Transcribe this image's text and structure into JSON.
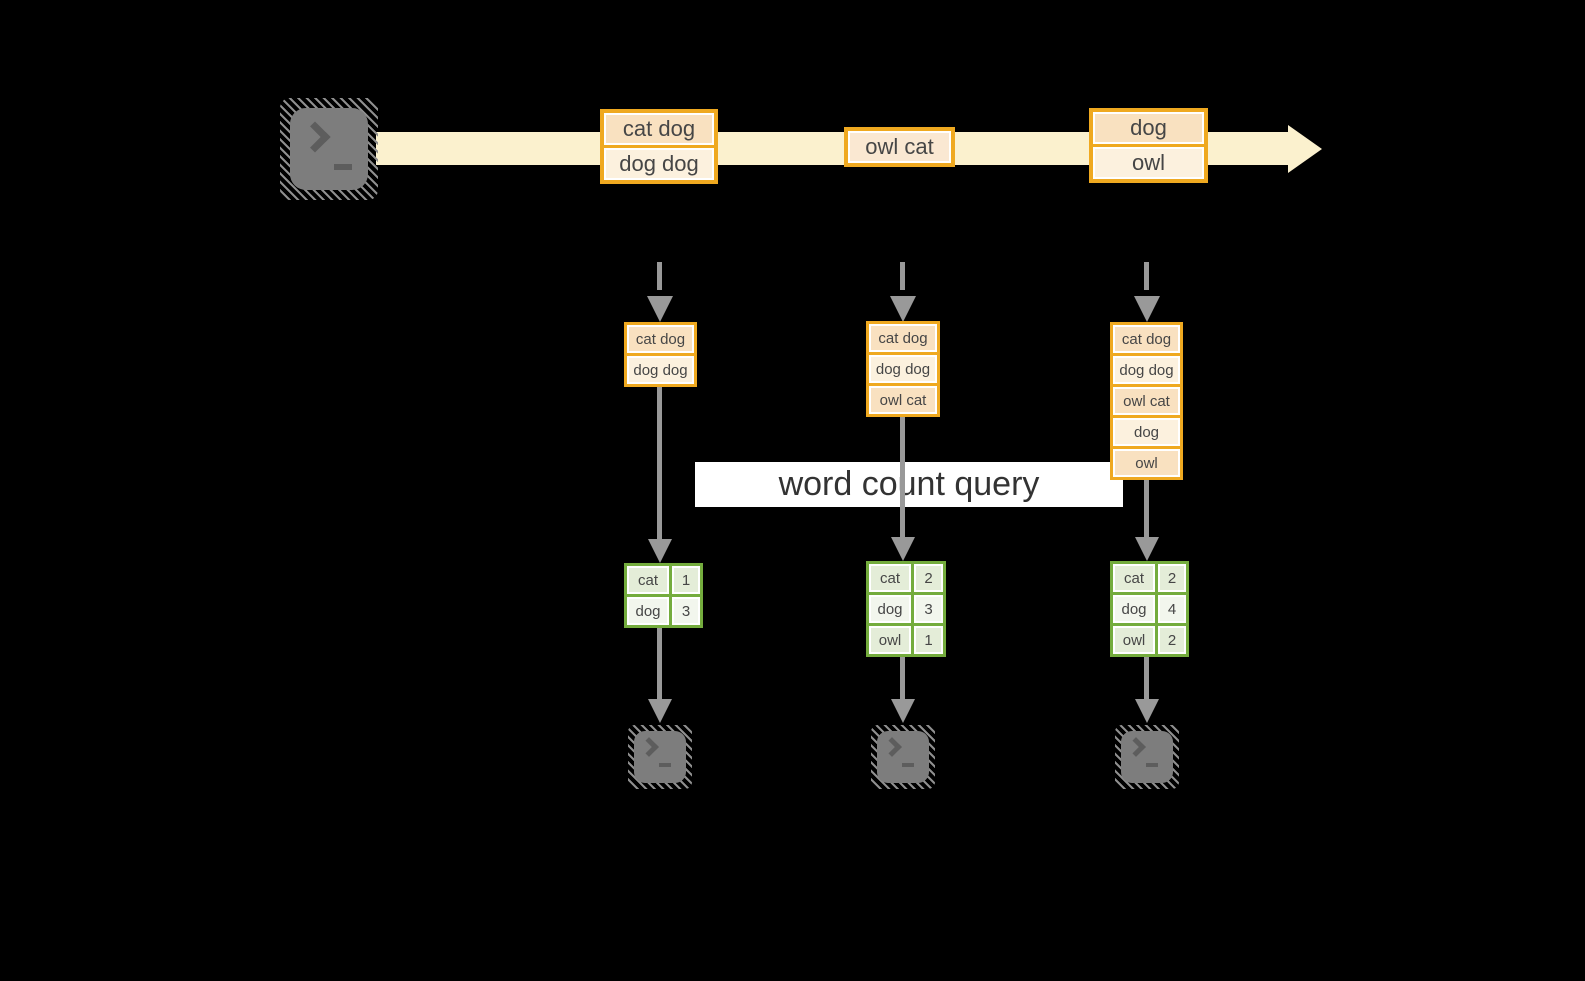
{
  "query_label": "word count query",
  "icons": {
    "terminal_prompt": ">_"
  },
  "columns": [
    {
      "batch": [
        "cat dog",
        "dog dog"
      ],
      "buffer": [
        "cat dog",
        "dog dog"
      ],
      "counts": [
        {
          "word": "cat",
          "count": 1
        },
        {
          "word": "dog",
          "count": 3
        }
      ]
    },
    {
      "batch": [
        "owl cat"
      ],
      "buffer": [
        "cat dog",
        "dog dog",
        "owl cat"
      ],
      "counts": [
        {
          "word": "cat",
          "count": 2
        },
        {
          "word": "dog",
          "count": 3
        },
        {
          "word": "owl",
          "count": 1
        }
      ]
    },
    {
      "batch": [
        "dog",
        "owl"
      ],
      "buffer": [
        "cat dog",
        "dog dog",
        "owl cat",
        "dog",
        "owl"
      ],
      "counts": [
        {
          "word": "cat",
          "count": 2
        },
        {
          "word": "dog",
          "count": 4
        },
        {
          "word": "owl",
          "count": 2
        }
      ]
    }
  ],
  "colors": {
    "gold_border": "#EFA920",
    "peach_fill": "#F9E1C0",
    "cream_fill": "#FCF1DE",
    "peach_light_fill": "#FAE8D2",
    "stream_band": "#FBF1CE",
    "green_border": "#74AC3D",
    "green_fill_a": "#E4EDD8",
    "green_fill_b": "#F2F6ED",
    "arrow_gray": "#999999",
    "terminal_gray": "#7D7D7D",
    "terminal_glyph": "#5D5D5D",
    "label_bg": "#FFFFFF",
    "text_dark": "#464646"
  }
}
